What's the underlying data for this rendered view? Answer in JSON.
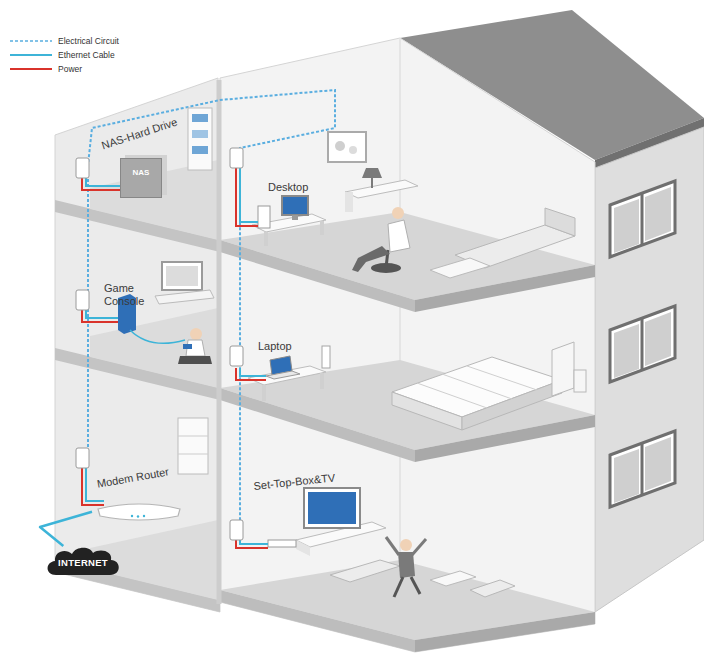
{
  "diagram": {
    "nodes": [
      {
        "text": [
          "NAS"
        ]
      },
      {
        "text": [
          "Modem Router"
        ]
      },
      {
        "text": [
          "INTERNET"
        ]
      }
    ],
    "edges": [
      {
        "from": 2,
        "to": 1,
        "arrow": "none"
      }
    ],
    "labels": [
      "NAS-Hard Drive",
      "Desktop",
      "Game Console",
      "Laptop",
      "Set-Top-Box&TV"
    ],
    "legend": [
      {
        "text": "Electrical Circuit"
      },
      {
        "text": "Ethernet Cable"
      },
      {
        "text": "Power"
      }
    ]
  }
}
